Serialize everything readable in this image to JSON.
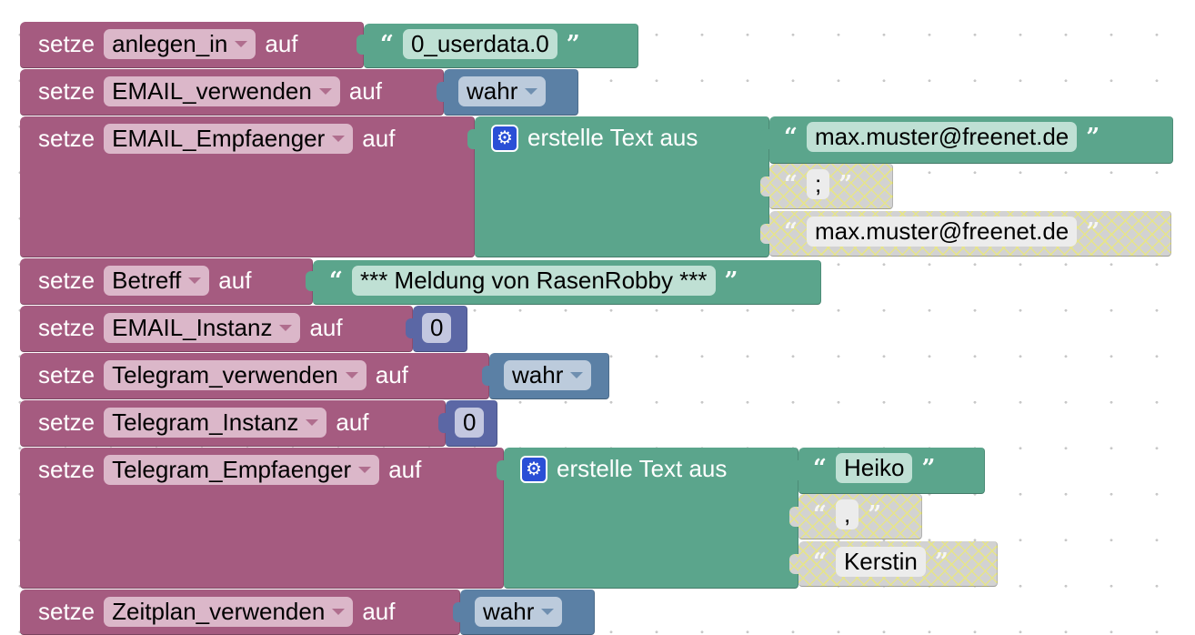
{
  "labels": {
    "set": "setze",
    "to": "auf",
    "join": "erstelle Text aus",
    "open_quote": "“",
    "close_quote": "”",
    "dropdown_icon": "chevron-down-icon",
    "gear_icon": "gear-icon"
  },
  "colors": {
    "variables": "#a55b80",
    "text": "#5ba58c",
    "logic": "#5b80a5",
    "math": "#5b67a5"
  },
  "statements": [
    {
      "variable": "anlegen_in",
      "value_type": "text",
      "value": "0_userdata.0"
    },
    {
      "variable": "EMAIL_verwenden",
      "value_type": "boolean",
      "value": "wahr"
    },
    {
      "variable": "EMAIL_Empfaenger",
      "value_type": "join",
      "items": [
        {
          "value": "max.muster@freenet.de",
          "disabled": false
        },
        {
          "value": ";",
          "disabled": true
        },
        {
          "value": "max.muster@freenet.de",
          "disabled": true
        }
      ]
    },
    {
      "variable": "Betreff",
      "value_type": "text",
      "value": "*** Meldung von RasenRobby ***"
    },
    {
      "variable": "EMAIL_Instanz",
      "value_type": "number",
      "value": "0"
    },
    {
      "variable": "Telegram_verwenden",
      "value_type": "boolean",
      "value": "wahr"
    },
    {
      "variable": "Telegram_Instanz",
      "value_type": "number",
      "value": "0"
    },
    {
      "variable": "Telegram_Empfaenger",
      "value_type": "join",
      "items": [
        {
          "value": "Heiko",
          "disabled": false
        },
        {
          "value": ",",
          "disabled": true
        },
        {
          "value": "Kerstin",
          "disabled": true
        }
      ]
    },
    {
      "variable": "Zeitplan_verwenden",
      "value_type": "boolean",
      "value": "wahr"
    }
  ]
}
